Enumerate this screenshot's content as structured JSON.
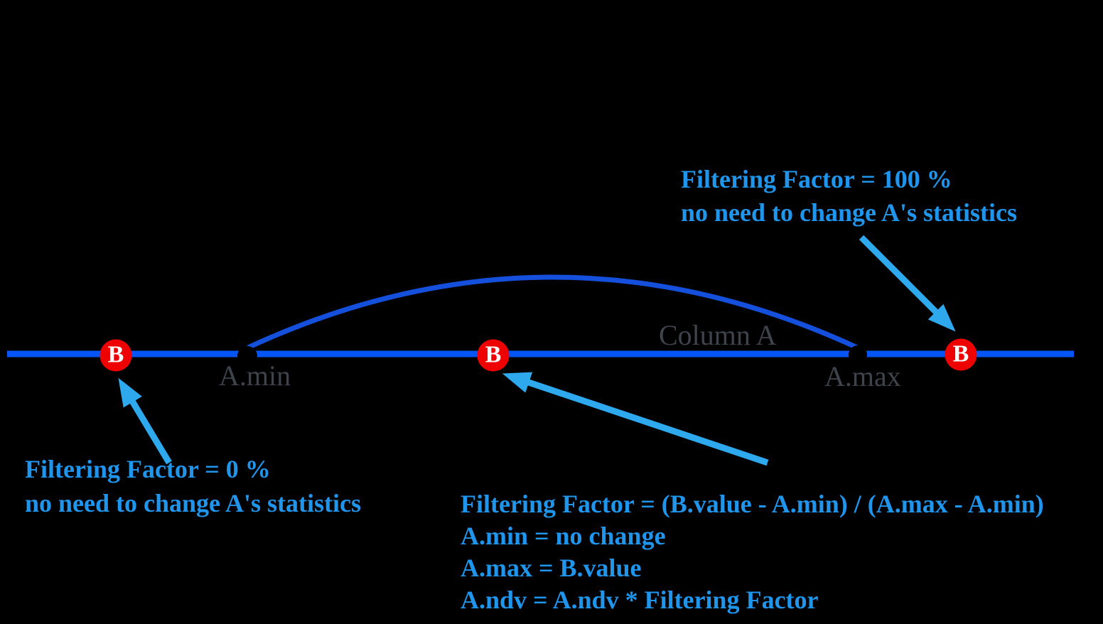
{
  "colors": {
    "background": "#000000",
    "number_line": "#0656F7",
    "range_arc": "#1550DC",
    "arrow": "#2EA9ED",
    "annotation_text": "#2095EC",
    "label_text": "#3E434C",
    "marker_fill": "#EE0101",
    "marker_letter": "#FFFFFF",
    "endpoint_dot": "#000000"
  },
  "line": {
    "column_label": "Column A",
    "min_label": "A.min",
    "max_label": "A.max"
  },
  "markers": [
    {
      "label": "B"
    },
    {
      "label": "B"
    },
    {
      "label": "B"
    }
  ],
  "annotations": {
    "top_right": {
      "line1": "Filtering Factor = 100 %",
      "line2": "no need to change A's statistics"
    },
    "bottom_left": {
      "line1": "Filtering Factor = 0 %",
      "line2": "no need to change A's statistics"
    },
    "bottom_middle": {
      "line1": "Filtering Factor = (B.value - A.min) / (A.max - A.min)",
      "line2": "A.min = no change",
      "line3": "A.max = B.value",
      "line4": "A.ndv = A.ndv * Filtering Factor"
    }
  }
}
